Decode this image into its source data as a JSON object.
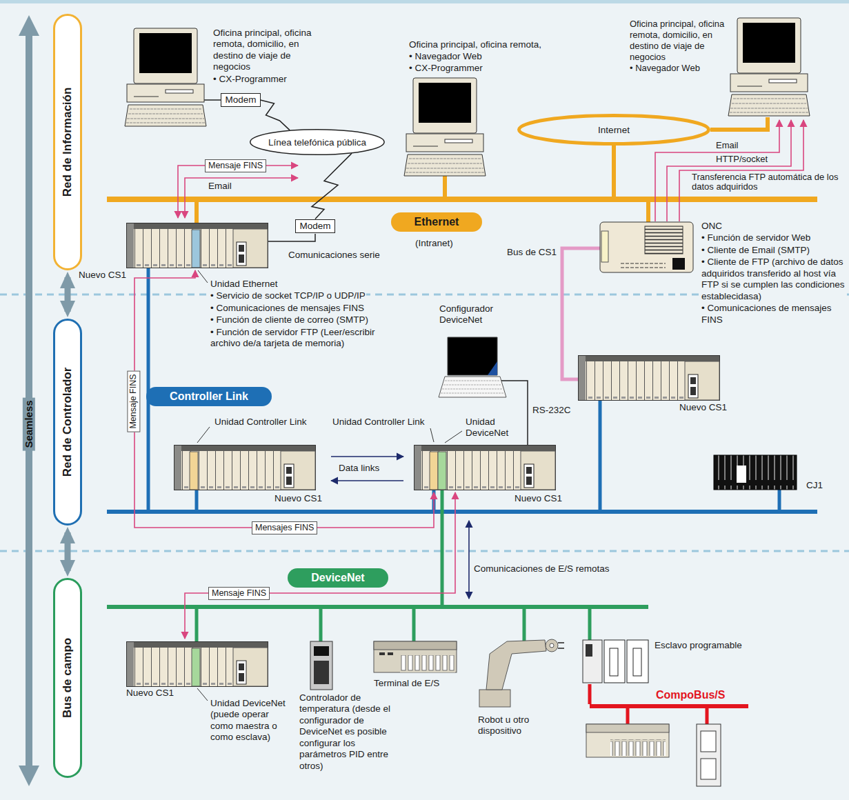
{
  "diagram": {
    "nodes": [
      {
        "text": [
          "Red de Información"
        ]
      },
      {
        "text": [
          "Red de Controlador"
        ]
      },
      {
        "text": [
          "Bus de campo"
        ]
      },
      {
        "text": [
          "Modem"
        ]
      },
      {
        "text": [
          "Línea telefónica pública"
        ]
      },
      {
        "text": [
          "Internet"
        ]
      },
      {
        "text": [
          "Ethernet"
        ]
      },
      {
        "text": [
          "Modem"
        ]
      },
      {
        "text": [
          "Controller Link"
        ]
      },
      {
        "text": [
          "DeviceNet"
        ]
      }
    ],
    "edges": [
      {
        "from": 0,
        "to": 1,
        "arrow": "both"
      },
      {
        "from": 1,
        "to": 2,
        "arrow": "both"
      },
      {
        "from": 3,
        "to": 4,
        "arrow": "none"
      },
      {
        "from": 4,
        "to": 7,
        "arrow": "none"
      }
    ],
    "labels": [
      "Oficina principal, oficina remota, domicilio, en destino de viaje de negocios",
      "• CX-Programmer",
      "Oficina principal, oficina remota,",
      "• Navegador Web",
      "• CX-Programmer",
      "Oficina principal, oficina remota, domicilio, en destino de viaje de negocios",
      "• Navegador Web",
      "Mensaje FINS",
      "Email",
      "Email",
      "HTTP/socket",
      "Transferencia FTP automática de los datos adquiridos",
      "(Intranet)",
      "Comunicaciones serie",
      "Nuevo CS1",
      "Unidad Ethernet",
      "• Servicio de socket TCP/IP o UDP/IP",
      "• Comunicaciones de mensajes FINS",
      "• Función de cliente de correo (SMTP)",
      "• Función de servidor FTP (Leer/escribir archivo de/a tarjeta de memoria)",
      "Bus de CS1",
      "ONC",
      "• Función de servidor Web",
      "• Cliente de Email (SMTP)",
      "• Cliente de FTP (archivo de datos adquiridos transferido al host vía FTP si se cumplen las condiciones establecidasa)",
      "• Comunicaciones de mensajes FINS",
      "Configurador DeviceNet",
      "Seamless",
      "Mensaje FINS",
      "Nuevo CS1",
      "RS-232C",
      "Unidad Controller Link",
      "Unidad Controller Link",
      "Unidad DeviceNet",
      "Data links",
      "CJ1",
      "Nuevo CS1",
      "Nuevo CS1",
      "Mensajes FINS",
      "Comunicaciones de E/S remotas",
      "Mensaje FINS",
      "Esclavo programable",
      "CompoBus/S",
      "Nuevo CS1",
      "Unidad DeviceNet (puede operar como maestra o como esclava)",
      "Controlador de temperatura (desde el configurador de DeviceNet es posible configurar los parámetros PID entre otros)",
      "Terminal de E/S",
      "Robot u otro dispositivo"
    ]
  }
}
